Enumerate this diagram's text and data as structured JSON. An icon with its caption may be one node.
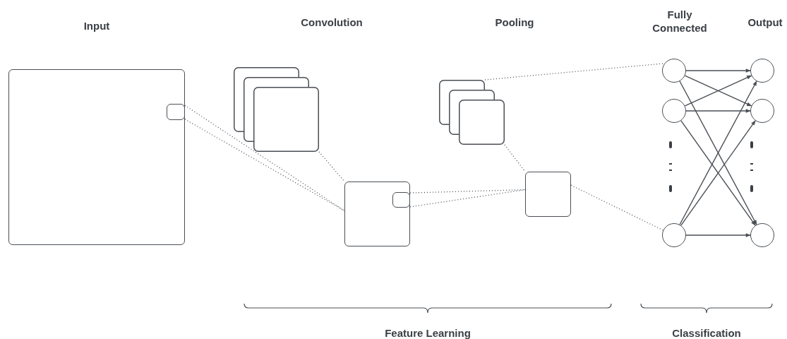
{
  "diagram": {
    "nodes": [
      {
        "text": [],
        "shape": "box"
      },
      {
        "text": [],
        "shape": "box",
        "in": 0
      },
      {
        "text": [],
        "shape": "stack"
      },
      {
        "text": [],
        "shape": "box"
      },
      {
        "text": [],
        "shape": "box",
        "in": 3
      },
      {
        "text": [],
        "shape": "stack"
      },
      {
        "text": [],
        "shape": "box"
      },
      {
        "text": [],
        "shape": "circle"
      },
      {
        "text": [],
        "shape": "circle"
      },
      {
        "text": [],
        "shape": "circle"
      },
      {
        "text": [],
        "shape": "circle"
      },
      {
        "text": [],
        "shape": "circle"
      },
      {
        "text": [],
        "shape": "circle"
      }
    ],
    "edges": [
      {
        "from": 1,
        "to": 3,
        "arrow": "none",
        "style": "dashed"
      },
      {
        "from": 2,
        "to": 3,
        "arrow": "none",
        "style": "dashed"
      },
      {
        "from": 4,
        "to": 6,
        "arrow": "none",
        "style": "dashed"
      },
      {
        "from": 5,
        "to": 6,
        "arrow": "none",
        "style": "dashed"
      },
      {
        "from": 5,
        "to": 7,
        "arrow": "none",
        "style": "dashed"
      },
      {
        "from": 6,
        "to": 9,
        "arrow": "none",
        "style": "dashed"
      },
      {
        "from": 7,
        "to": 10,
        "arrow": "to"
      },
      {
        "from": 7,
        "to": 11,
        "arrow": "to"
      },
      {
        "from": 7,
        "to": 12,
        "arrow": "to"
      },
      {
        "from": 8,
        "to": 10,
        "arrow": "to"
      },
      {
        "from": 8,
        "to": 11,
        "arrow": "to"
      },
      {
        "from": 8,
        "to": 12,
        "arrow": "to"
      },
      {
        "from": 9,
        "to": 10,
        "arrow": "to"
      },
      {
        "from": 9,
        "to": 11,
        "arrow": "to"
      },
      {
        "from": 9,
        "to": 12,
        "arrow": "to"
      }
    ],
    "labels": [
      "Fully Connected",
      "Input",
      "Convolution",
      "Pooling",
      "Output",
      "Feature Learning",
      "Classification"
    ]
  }
}
